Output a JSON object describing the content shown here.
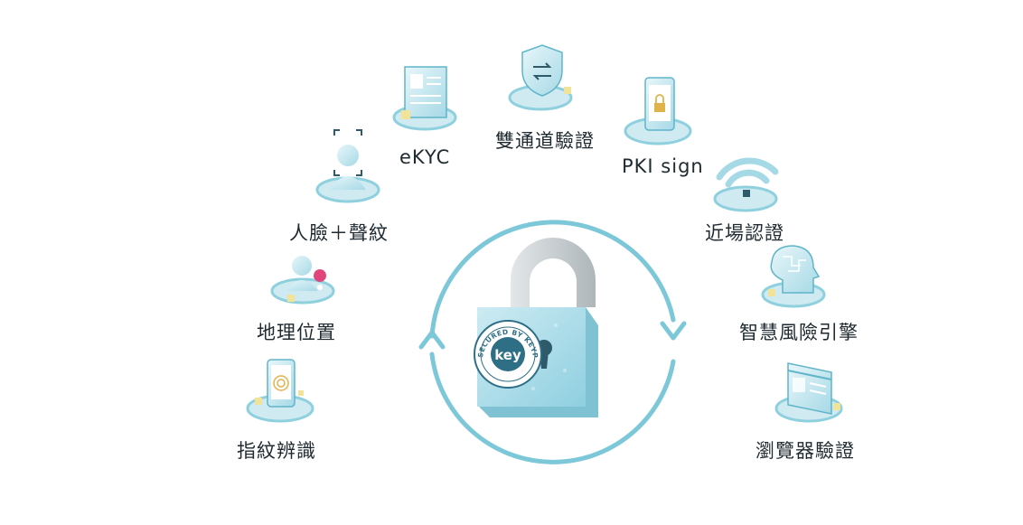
{
  "center": {
    "badge_ring_text": "SECURED BY KEYPASCO",
    "badge_key_text": "key"
  },
  "methods": [
    {
      "label": "指紋辨識",
      "icon": "fingerprint-phone-icon"
    },
    {
      "label": "地理位置",
      "icon": "user-location-pin-icon"
    },
    {
      "label": "人臉＋聲紋",
      "icon": "face-voice-scan-icon"
    },
    {
      "label": "eKYC",
      "icon": "id-document-icon"
    },
    {
      "label": "雙通道驗證",
      "icon": "shield-exchange-icon"
    },
    {
      "label": "PKI sign",
      "icon": "phone-lock-icon"
    },
    {
      "label": "近場認證",
      "icon": "wireless-signal-icon"
    },
    {
      "label": "智慧風險引擎",
      "icon": "ai-head-icon"
    },
    {
      "label": "瀏覽器驗證",
      "icon": "browser-window-icon"
    }
  ],
  "colors": {
    "ring": "#7cc7d8",
    "platform": "#cfeaf1",
    "platform_ring": "#8fd0df",
    "accent_yellow": "#f2e39a",
    "pin": "#e0457b",
    "lock_body": "#a9dbe8",
    "shackle": "#c9cfd2"
  }
}
